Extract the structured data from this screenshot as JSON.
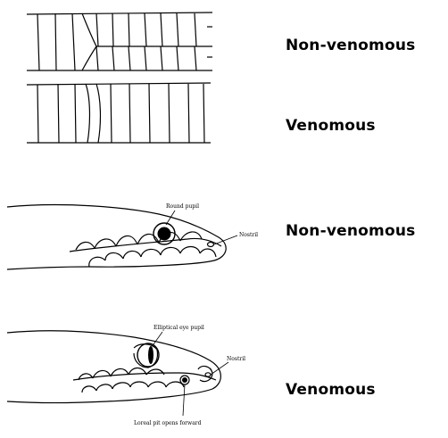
{
  "rows": [
    {
      "label": "Non-venomous"
    },
    {
      "label": "Venomous"
    },
    {
      "label": "Non-venomous"
    },
    {
      "label": "Venomous"
    }
  ],
  "annotations": {
    "round_pupil": "Round pupil",
    "nostril_1": "Nostril",
    "elliptical_pupil": "Elliptical eye pupil",
    "nostril_2": "Nostril",
    "loreal_pit": "Loreal pit opens forward"
  }
}
